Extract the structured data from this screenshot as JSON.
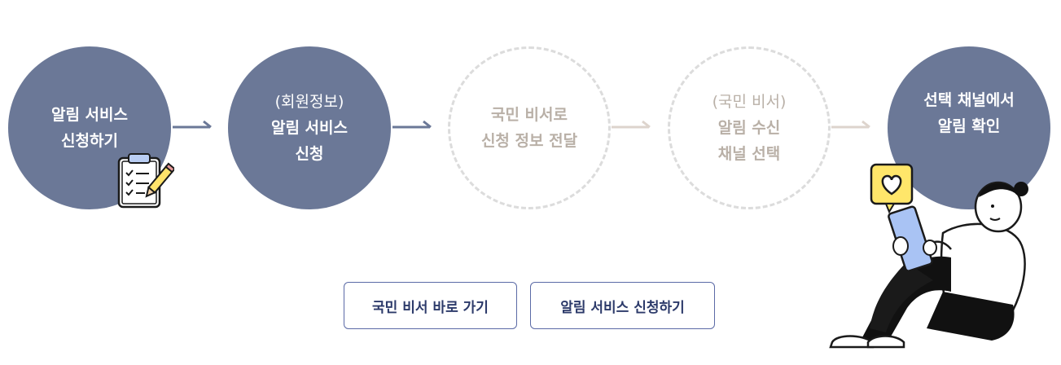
{
  "steps": [
    {
      "lines": [
        "알림 서비스",
        "신청하기"
      ],
      "sub_first": false,
      "active": true
    },
    {
      "lines": [
        "(회원정보)",
        "알림 서비스",
        "신청"
      ],
      "sub_first": true,
      "active": true
    },
    {
      "lines": [
        "국민 비서로",
        "신청 정보 전달"
      ],
      "sub_first": false,
      "active": false
    },
    {
      "lines": [
        "(국민 비서)",
        "알림 수신",
        "채널 선택"
      ],
      "sub_first": true,
      "active": false
    },
    {
      "lines": [
        "선택 채널에서",
        "알림 확인"
      ],
      "sub_first": false,
      "active": true
    }
  ],
  "buttons": {
    "go_assistant": "국민 비서 바로 가기",
    "apply_service": "알림 서비스 신청하기"
  },
  "icons": {
    "clipboard": "clipboard-checklist-icon",
    "heart": "heart-bubble-icon",
    "person": "person-reading-tablet-illustration",
    "arrow": "arrow-right-icon"
  },
  "colors": {
    "active_circle": "#6b7897",
    "inactive_border": "#dcdcdc",
    "inactive_text": "#b9b0a7",
    "active_arrow": "#6b7897",
    "inactive_arrow": "#ddd4cd",
    "button_border": "#5b6aa6",
    "button_text": "#2c3a6a"
  }
}
